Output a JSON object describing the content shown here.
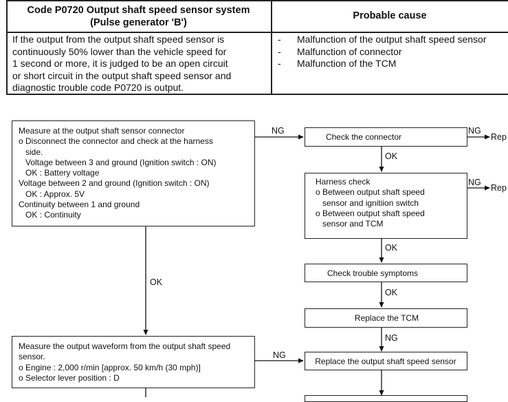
{
  "table": {
    "header_left_line1": "Code P0720 Output shaft speed sensor system",
    "header_left_line2": "(Pulse generator 'B')",
    "header_right": "Probable cause",
    "description_lines": [
      "If the output from the output shaft speed sensor is",
      "continuously 50% lower than the vehicle speed for",
      "1 second or more, it is judged to be an open circuit",
      "or short circuit in the output shaft speed sensor and",
      "diagnostic trouble code P0720 is output."
    ],
    "causes": [
      "Malfunction of the output shaft speed sensor",
      "Malfunction of connector",
      "Malfunction of the TCM"
    ],
    "dash": "-"
  },
  "flow": {
    "measure_box": [
      "Measure at the output shaft sensor connector",
      "o Disconnect the connector and check at the harness",
      "   side.",
      "   Voltage between 3 and ground (Ignition switch : ON)",
      "   OK : Battery voltage",
      "Voltage between 2 and ground (Ignition switch : ON)",
      "   OK : Approx. 5V",
      "Continuity between 1 and ground",
      "   OK : Continuity"
    ],
    "waveform_box": [
      "Measure the output waveform from the output shaft speed",
      "sensor.",
      "o Engine : 2,000 r/min [approx. 50 km/h (30 mph)]",
      "o Selector lever position : D"
    ],
    "check_connector": "Check the connector",
    "harness_box": [
      "Harness check",
      "o Between output shaft speed",
      "   sensor and ignitiion switch",
      "o Between output shaft speed",
      "   sensor and TCM"
    ],
    "check_symptoms": "Check trouble symptoms",
    "replace_tcm": "Replace the TCM",
    "replace_sensor": "Replace the output shaft speed sensor",
    "labels": {
      "ng_measure": "NG",
      "ok_measure": "OK",
      "ng_connector": "NG",
      "repair_connector": "Rep",
      "ok_connector": "OK",
      "ng_harness": "NG",
      "repair_harness": "Rep",
      "ok_harness": "OK",
      "ok_symptoms": "OK",
      "ng_tcm": "NG",
      "ng_waveform": "NG"
    }
  }
}
